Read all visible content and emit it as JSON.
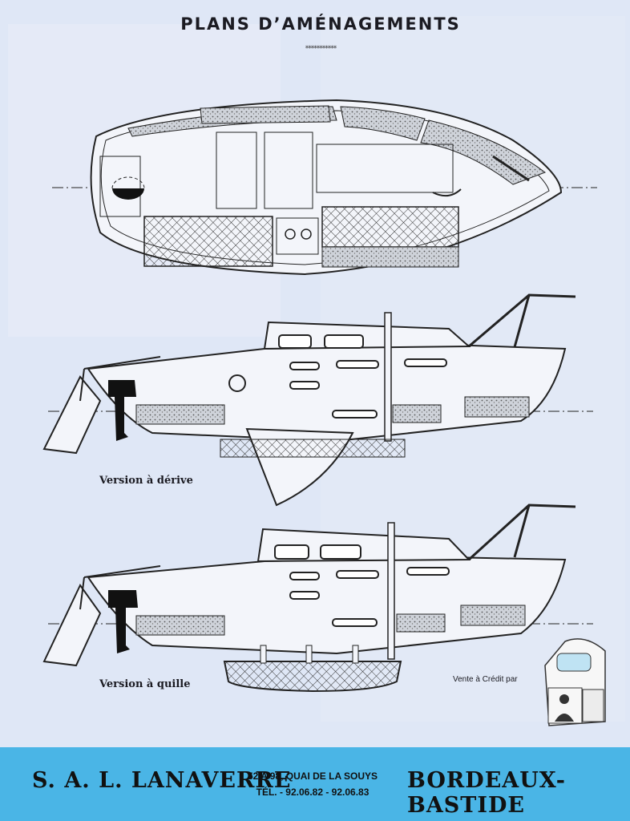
{
  "header": {
    "title": "PLANS D’AMÉNAGEMENTS",
    "ornament": "***********"
  },
  "drawings": {
    "caption_derive": "Version à dérive",
    "caption_quille": "Version à quille",
    "credit_label": "Vente à Crédit par"
  },
  "footer": {
    "company": "S. A. L. LANAVERRE",
    "address_line1": "52 A 98, QUAI DE LA SOUYS",
    "address_line2": "TÉL. - 92.06.82 - 92.06.83",
    "city": "BORDEAUX-BASTIDE"
  },
  "colors": {
    "page": "#dfe7f6",
    "ink": "#1b1b22",
    "footer_band": "#4ab5e6"
  }
}
